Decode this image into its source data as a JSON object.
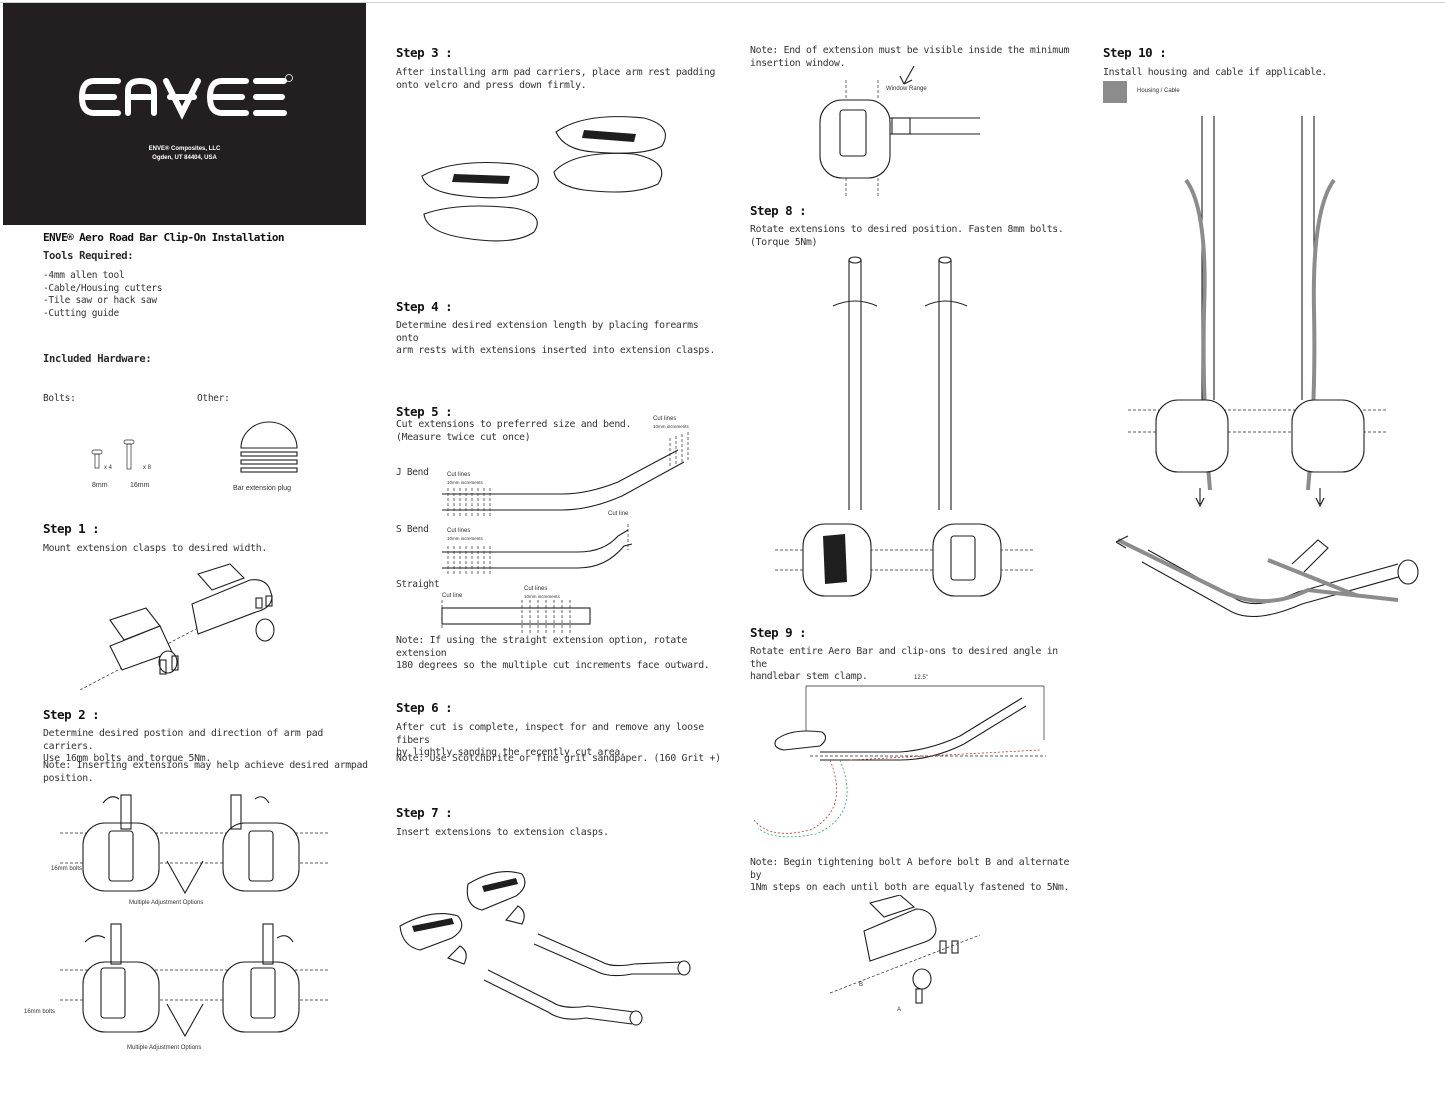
{
  "logo": {
    "brand": "ENVE",
    "address_line1": "ENVE® Composites, LLC",
    "address_line2": "Ogden, UT 84404, USA"
  },
  "title": "ENVE® Aero Road Bar Clip-On Installation",
  "tools": {
    "heading": "Tools Required:",
    "items": [
      "-4mm allen tool",
      "-Cable/Housing cutters",
      "-Tile saw or hack saw",
      "-Cutting guide"
    ]
  },
  "hardware": {
    "heading": "Included Hardware:",
    "bolts_label": "Bolts:",
    "other_label": "Other:",
    "bolt_8_qty": "x 4",
    "bolt_16_qty": "x 8",
    "bolt_8_label": "8mm",
    "bolt_16_label": "16mm",
    "plug_label": "Bar extension plug"
  },
  "steps": {
    "s1": {
      "title": "Step 1 :",
      "text": "Mount extension clasps to desired width."
    },
    "s2": {
      "title": "Step 2 :",
      "text": "Determine desired postion and direction of arm pad carriers.\nUse 16mm bolts and torque 5Nm.",
      "note": "Note: Inserting extensions may help achieve desired armpad\nposition.",
      "bolts_label": "16mm bolts",
      "options_label": "Multiple Adjustment Options"
    },
    "s3": {
      "title": "Step 3 :",
      "text": "After installing arm pad carriers, place arm rest padding\nonto velcro and press down firmly."
    },
    "s4": {
      "title": "Step 4 :",
      "text": "Determine desired extension length by placing forearms onto\narm rests with extensions inserted into extension clasps."
    },
    "s5": {
      "title": "Step 5 :",
      "text": "Cut extensions to preferred size and bend.\n(Measure twice cut once)",
      "j_bend": "J Bend",
      "s_bend": "S Bend",
      "straight": "Straight",
      "cut_lines": "Cut lines",
      "cut_line": "Cut line",
      "increments": "10mm increments",
      "note": "Note: If using the straight extension option, rotate extension\n180 degrees so the multiple cut increments face outward."
    },
    "s6": {
      "title": "Step 6 :",
      "text": "After cut is complete, inspect for and remove any loose fibers\nby lightly sanding the recently cut area.",
      "note": "Note: Use Scotchbrite or fine grit sandpaper. (160 Grit +)"
    },
    "s7": {
      "title": "Step 7 :",
      "text": "Insert extensions to extension clasps.",
      "note": "Note: End of extension must be visible inside the minimum\ninsertion window.",
      "window_label": "Window Range"
    },
    "s8": {
      "title": "Step 8 :",
      "text": "Rotate extensions to desired position. Fasten 8mm bolts.\n(Torque 5Nm)"
    },
    "s9": {
      "title": "Step 9 :",
      "text": "Rotate entire Aero Bar and clip-ons to desired angle in the\nhandlebar stem clamp.",
      "measure": "12.5\"",
      "note": "Note: Begin tightening bolt A before bolt B and alternate by\n1Nm steps on each until both are equally fastened to 5Nm.",
      "bolt_a": "A",
      "bolt_b": "B"
    },
    "s10": {
      "title": "Step 10 :",
      "text": "Install housing and cable if applicable.",
      "legend": "Housing / Cable"
    }
  },
  "colors": {
    "logo_bg": "#231f20",
    "housing": "#8c8c8c"
  }
}
